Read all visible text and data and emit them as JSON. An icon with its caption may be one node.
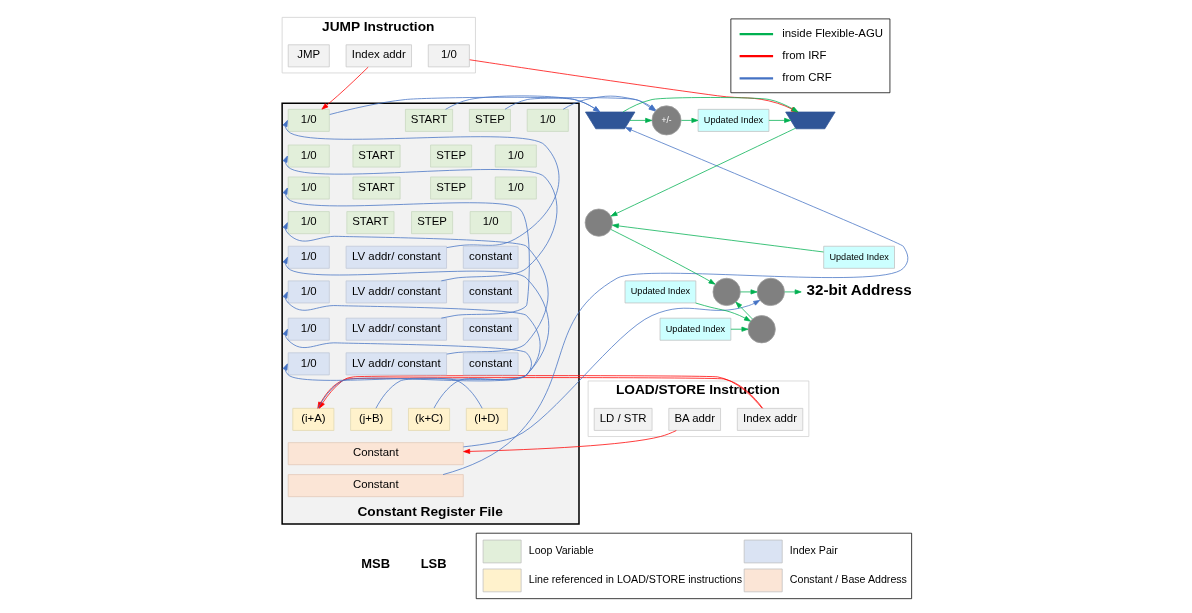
{
  "diagram": {
    "nodes": [
      {
        "text": [
          "JUMP Instruction"
        ]
      },
      {
        "text": [
          "JMP"
        ],
        "in": 0
      },
      {
        "text": [
          "Index addr"
        ],
        "in": 0
      },
      {
        "text": [
          "1/0"
        ],
        "in": 0
      },
      {
        "text": [
          "LOAD/STORE Instruction"
        ]
      },
      {
        "text": [
          "LD / STR"
        ],
        "in": 4
      },
      {
        "text": [
          "BA addr"
        ],
        "in": 4
      },
      {
        "text": [
          "Index addr"
        ],
        "in": 4
      },
      {
        "text": [
          "Constant Register File"
        ],
        "beside": [
          "MSB",
          "LSB"
        ]
      },
      {
        "text": [
          "1/0"
        ],
        "in": 8
      },
      {
        "text": [
          "START"
        ],
        "in": 8
      },
      {
        "text": [
          "STEP"
        ],
        "in": 8
      },
      {
        "text": [
          "1/0"
        ],
        "in": 8
      },
      {
        "text": [
          "1/0"
        ],
        "in": 8
      },
      {
        "text": [
          "START"
        ],
        "in": 8
      },
      {
        "text": [
          "STEP"
        ],
        "in": 8
      },
      {
        "text": [
          "1/0"
        ],
        "in": 8
      },
      {
        "text": [
          "1/0"
        ],
        "in": 8
      },
      {
        "text": [
          "START"
        ],
        "in": 8
      },
      {
        "text": [
          "STEP"
        ],
        "in": 8
      },
      {
        "text": [
          "1/0"
        ],
        "in": 8
      },
      {
        "text": [
          "1/0"
        ],
        "in": 8
      },
      {
        "text": [
          "START"
        ],
        "in": 8
      },
      {
        "text": [
          "STEP"
        ],
        "in": 8
      },
      {
        "text": [
          "1/0"
        ],
        "in": 8
      },
      {
        "text": [
          "1/0"
        ],
        "in": 8
      },
      {
        "text": [
          "LV addr/ constant"
        ],
        "in": 8
      },
      {
        "text": [
          "constant"
        ],
        "in": 8
      },
      {
        "text": [
          "1/0"
        ],
        "in": 8
      },
      {
        "text": [
          "LV addr/ constant"
        ],
        "in": 8
      },
      {
        "text": [
          "constant"
        ],
        "in": 8
      },
      {
        "text": [
          "1/0"
        ],
        "in": 8
      },
      {
        "text": [
          "LV addr/ constant"
        ],
        "in": 8
      },
      {
        "text": [
          "constant"
        ],
        "in": 8
      },
      {
        "text": [
          "1/0"
        ],
        "in": 8
      },
      {
        "text": [
          "LV addr/ constant"
        ],
        "in": 8
      },
      {
        "text": [
          "constant"
        ],
        "in": 8
      },
      {
        "text": [
          "(i+A)"
        ],
        "in": 8
      },
      {
        "text": [
          "(j+B)"
        ],
        "in": 8
      },
      {
        "text": [
          "(k+C)"
        ],
        "in": 8
      },
      {
        "text": [
          "(l+D)"
        ],
        "in": 8
      },
      {
        "text": [
          "Constant"
        ],
        "in": 8
      },
      {
        "text": [
          "Constant"
        ],
        "in": 8
      },
      {
        "text": [],
        "shape": "trapezoid"
      },
      {
        "text": [
          "+/-"
        ]
      },
      {
        "text": [
          "Updated Index"
        ]
      },
      {
        "text": [],
        "shape": "trapezoid"
      },
      {
        "text": [],
        "shape": "circle"
      },
      {
        "text": [
          "Updated Index"
        ]
      },
      {
        "text": [
          "Updated Index"
        ]
      },
      {
        "text": [
          "Updated Index"
        ]
      },
      {
        "text": [],
        "shape": "circle"
      },
      {
        "text": [],
        "shape": "circle"
      },
      {
        "text": [],
        "shape": "circle"
      },
      {
        "text": [
          "32-bit Address"
        ]
      }
    ],
    "edges": [
      {
        "from": 3,
        "to": 46,
        "arrow": "to",
        "color": "#ff0000"
      },
      {
        "from": 2,
        "to": 9,
        "arrow": "to",
        "color": "#ff0000"
      },
      {
        "from": 9,
        "to": 43,
        "arrow": "to"
      },
      {
        "from": 10,
        "to": 43,
        "arrow": "to"
      },
      {
        "from": 11,
        "to": 44,
        "arrow": "to"
      },
      {
        "from": 12,
        "to": 44,
        "arrow": "to"
      },
      {
        "from": 42,
        "to": 43,
        "arrow": "to"
      },
      {
        "from": 26,
        "to": 9,
        "arrow": "to"
      },
      {
        "from": 29,
        "to": 13,
        "arrow": "to"
      },
      {
        "from": 32,
        "to": 17,
        "arrow": "to"
      },
      {
        "from": 35,
        "to": 21,
        "arrow": "to"
      },
      {
        "from": 37,
        "to": 25,
        "arrow": "to"
      },
      {
        "from": 38,
        "to": 28,
        "arrow": "to"
      },
      {
        "from": 39,
        "to": 31,
        "arrow": "to"
      },
      {
        "from": 40,
        "to": 34,
        "arrow": "to"
      },
      {
        "from": 7,
        "to": 37,
        "arrow": "to",
        "color": "#ff0000"
      },
      {
        "from": 6,
        "to": 41,
        "arrow": "to",
        "color": "#ff0000"
      },
      {
        "from": 41,
        "to": 53,
        "arrow": "to"
      },
      {
        "from": 43,
        "to": 44,
        "arrow": "to",
        "color": "#00b050"
      },
      {
        "from": 43,
        "to": 46,
        "arrow": "to",
        "color": "#00b050"
      },
      {
        "from": 44,
        "to": 45,
        "arrow": "to",
        "color": "#00b050"
      },
      {
        "from": 45,
        "to": 46,
        "arrow": "to",
        "color": "#00b050"
      },
      {
        "from": 46,
        "to": 47,
        "arrow": "to",
        "color": "#00b050"
      },
      {
        "from": 48,
        "to": 47,
        "arrow": "to",
        "color": "#00b050"
      },
      {
        "from": 49,
        "to": 51,
        "arrow": "to",
        "color": "#00b050"
      },
      {
        "from": 50,
        "to": 51,
        "arrow": "to",
        "color": "#00b050"
      },
      {
        "from": 47,
        "to": 52,
        "arrow": "to",
        "color": "#00b050"
      },
      {
        "from": 51,
        "to": 52,
        "arrow": "to",
        "color": "#00b050"
      },
      {
        "from": 52,
        "to": 53,
        "arrow": "to",
        "color": "#00b050"
      },
      {
        "from": 53,
        "to": 54,
        "arrow": "to",
        "color": "#00b050"
      }
    ],
    "legend": [
      {
        "text": "inside Flexible-AGU"
      },
      {
        "text": "from IRF"
      },
      {
        "text": "from CRF"
      },
      {
        "text": "Loop Variable",
        "color": "#e2efda"
      },
      {
        "text": "Index Pair",
        "color": "#dae3f3"
      },
      {
        "text": "Line referenced in LOAD/STORE instructions",
        "color": "#fff2cc"
      },
      {
        "text": "Constant / Base Address",
        "color": "#fbe5d6"
      }
    ]
  }
}
